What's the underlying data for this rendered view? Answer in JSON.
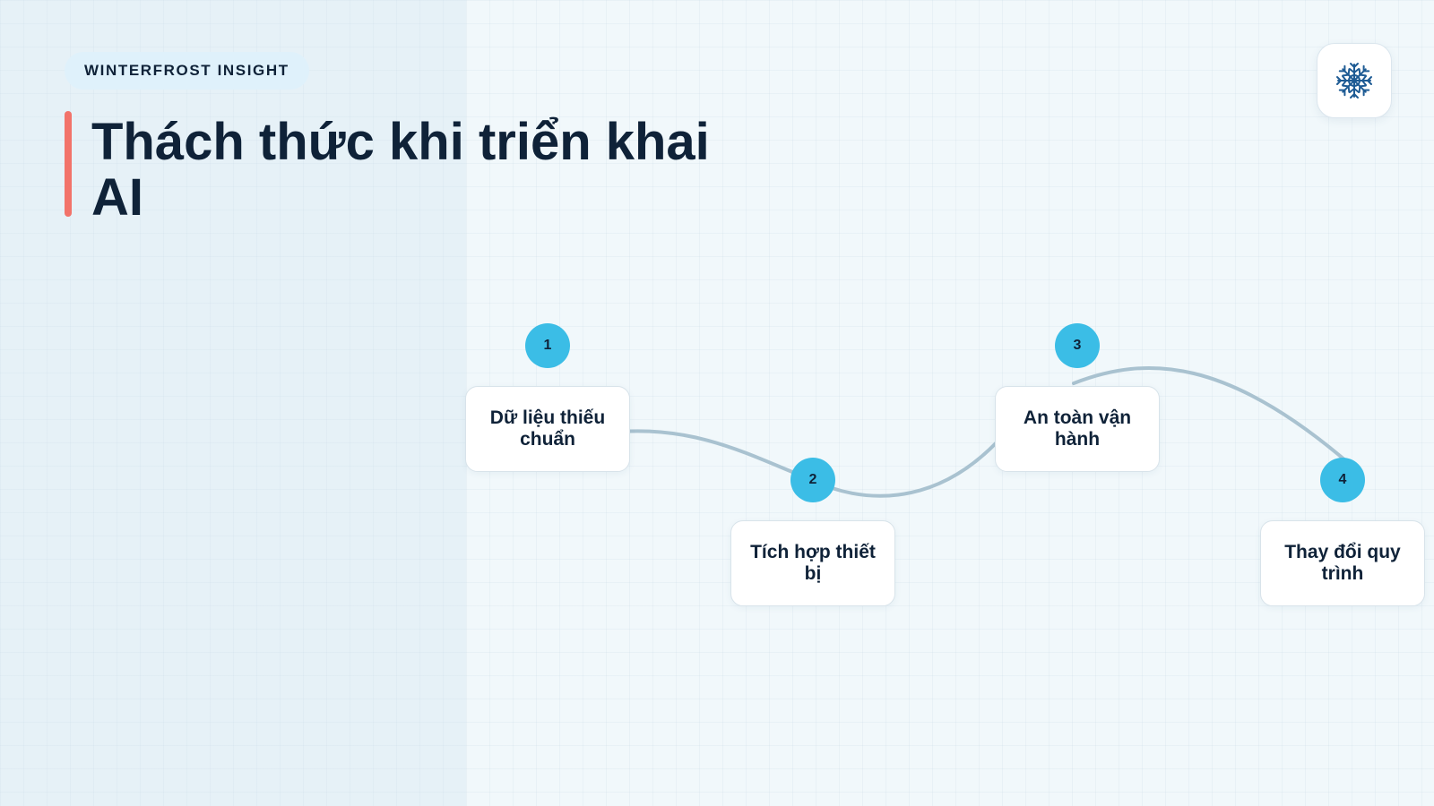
{
  "brand": {
    "label": "WINTERFROST INSIGHT"
  },
  "title": "Thách thức khi triển khai AI",
  "logo": {
    "icon": "snowflake-icon",
    "color": "#1e5b94"
  },
  "colors": {
    "accent_bar": "#f2736a",
    "node": "#3bbde6",
    "connector": "#a9c2d0",
    "text": "#0f2238"
  },
  "steps": [
    {
      "number": "1",
      "label": "Dữ liệu thiếu chuẩn"
    },
    {
      "number": "2",
      "label": "Tích hợp thiết bị"
    },
    {
      "number": "3",
      "label": "An toàn vận hành"
    },
    {
      "number": "4",
      "label": "Thay đổi quy trình"
    }
  ]
}
